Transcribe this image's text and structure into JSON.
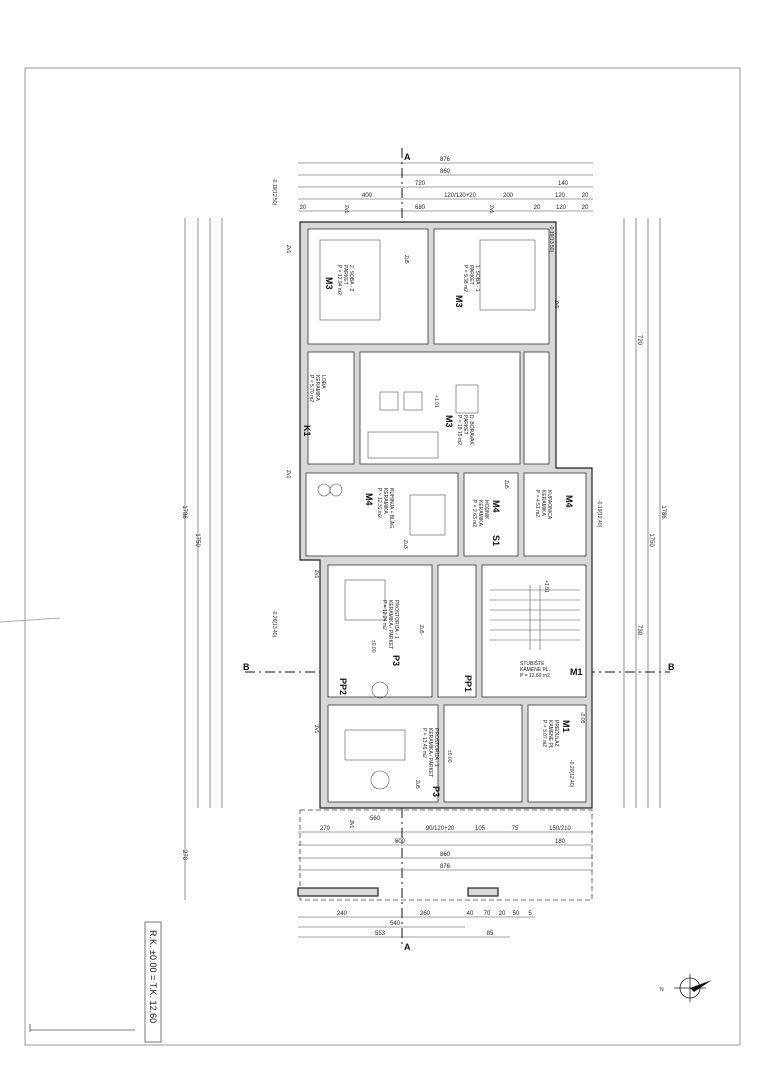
{
  "plan": {
    "elevation_note": "R.K. ±0.00 = T.K. 12.60",
    "section_marks": {
      "a": "A",
      "b": "B"
    },
    "north_label": "N",
    "rooms": [
      {
        "code": "M3",
        "name": "2. SOBA - 2",
        "finish": "PARKET",
        "area": "P = 12.94 m2"
      },
      {
        "code": "M3",
        "name": "1. SOBA - 1",
        "finish": "PARKET",
        "area": "P = 9.38 m2"
      },
      {
        "code": "K1",
        "name": "LOĐA",
        "finish": "KERAMIKA",
        "area": "P = 5.70 m2"
      },
      {
        "code": "M3",
        "name": "D. BORAVAK",
        "finish": "PARKET",
        "area": "P = 18.15 m2"
      },
      {
        "code": "M4",
        "name": "KUHINJA + BLAG.",
        "finish": "KERAMIKA",
        "area": "P = 12.31 m2"
      },
      {
        "code": "M4",
        "name": "HODNIK",
        "finish": "KERAMIKA",
        "area": "P = 2.63 m2"
      },
      {
        "code": "M4",
        "name": "KUPAONICA",
        "finish": "KERAMIKA",
        "area": "P = 4.51 m2"
      },
      {
        "code": "P3",
        "name": "PROSTORIJA - 1",
        "finish": "KERAMIKA / PARKET",
        "area": "P = 12.24 m2"
      },
      {
        "code": "P3",
        "name": "PROSTORIJA - 1",
        "finish": "KERAMIKA / PARKET",
        "area": "P = 13.45 m2"
      },
      {
        "code": "M1",
        "name": "STUBIŠTE",
        "finish": "KAMENE PL.",
        "area": "P = 12.60 m2"
      },
      {
        "code": "M1",
        "name": "PREDULAZ",
        "finish": "KAMENE PL.",
        "area": "P = 3.07 m2"
      }
    ],
    "levels": [
      "+1.01",
      "±0.00",
      "±0.00",
      "+1.51",
      "-0.05",
      "-0.19(12.50)",
      "-0.19(13.50)",
      "-0.19(12.40)",
      "-0.26(13.40)",
      "-0.20(12.40)"
    ],
    "door_tags": [
      "PP1",
      "PP2",
      "S1"
    ],
    "wall_tags": [
      "Zv1",
      "Zu5",
      "Zu3"
    ],
    "dims_top": [
      "876",
      "860",
      "720",
      "140",
      "400",
      "120/120+20",
      "200",
      "120",
      "20",
      "20",
      "680",
      "20",
      "120",
      "20"
    ],
    "dims_bottom_plan": [
      "270",
      "560",
      "90/120+20",
      "105",
      "75",
      "150/210",
      "600",
      "180",
      "860",
      "876"
    ],
    "dims_bottom": [
      "240",
      "260",
      "40",
      "70",
      "20",
      "50",
      "5",
      "540",
      "553",
      "85"
    ],
    "dims_left": [
      "1786",
      "1750",
      "270"
    ],
    "dims_right": [
      "1786",
      "1750",
      "720",
      "730"
    ]
  }
}
